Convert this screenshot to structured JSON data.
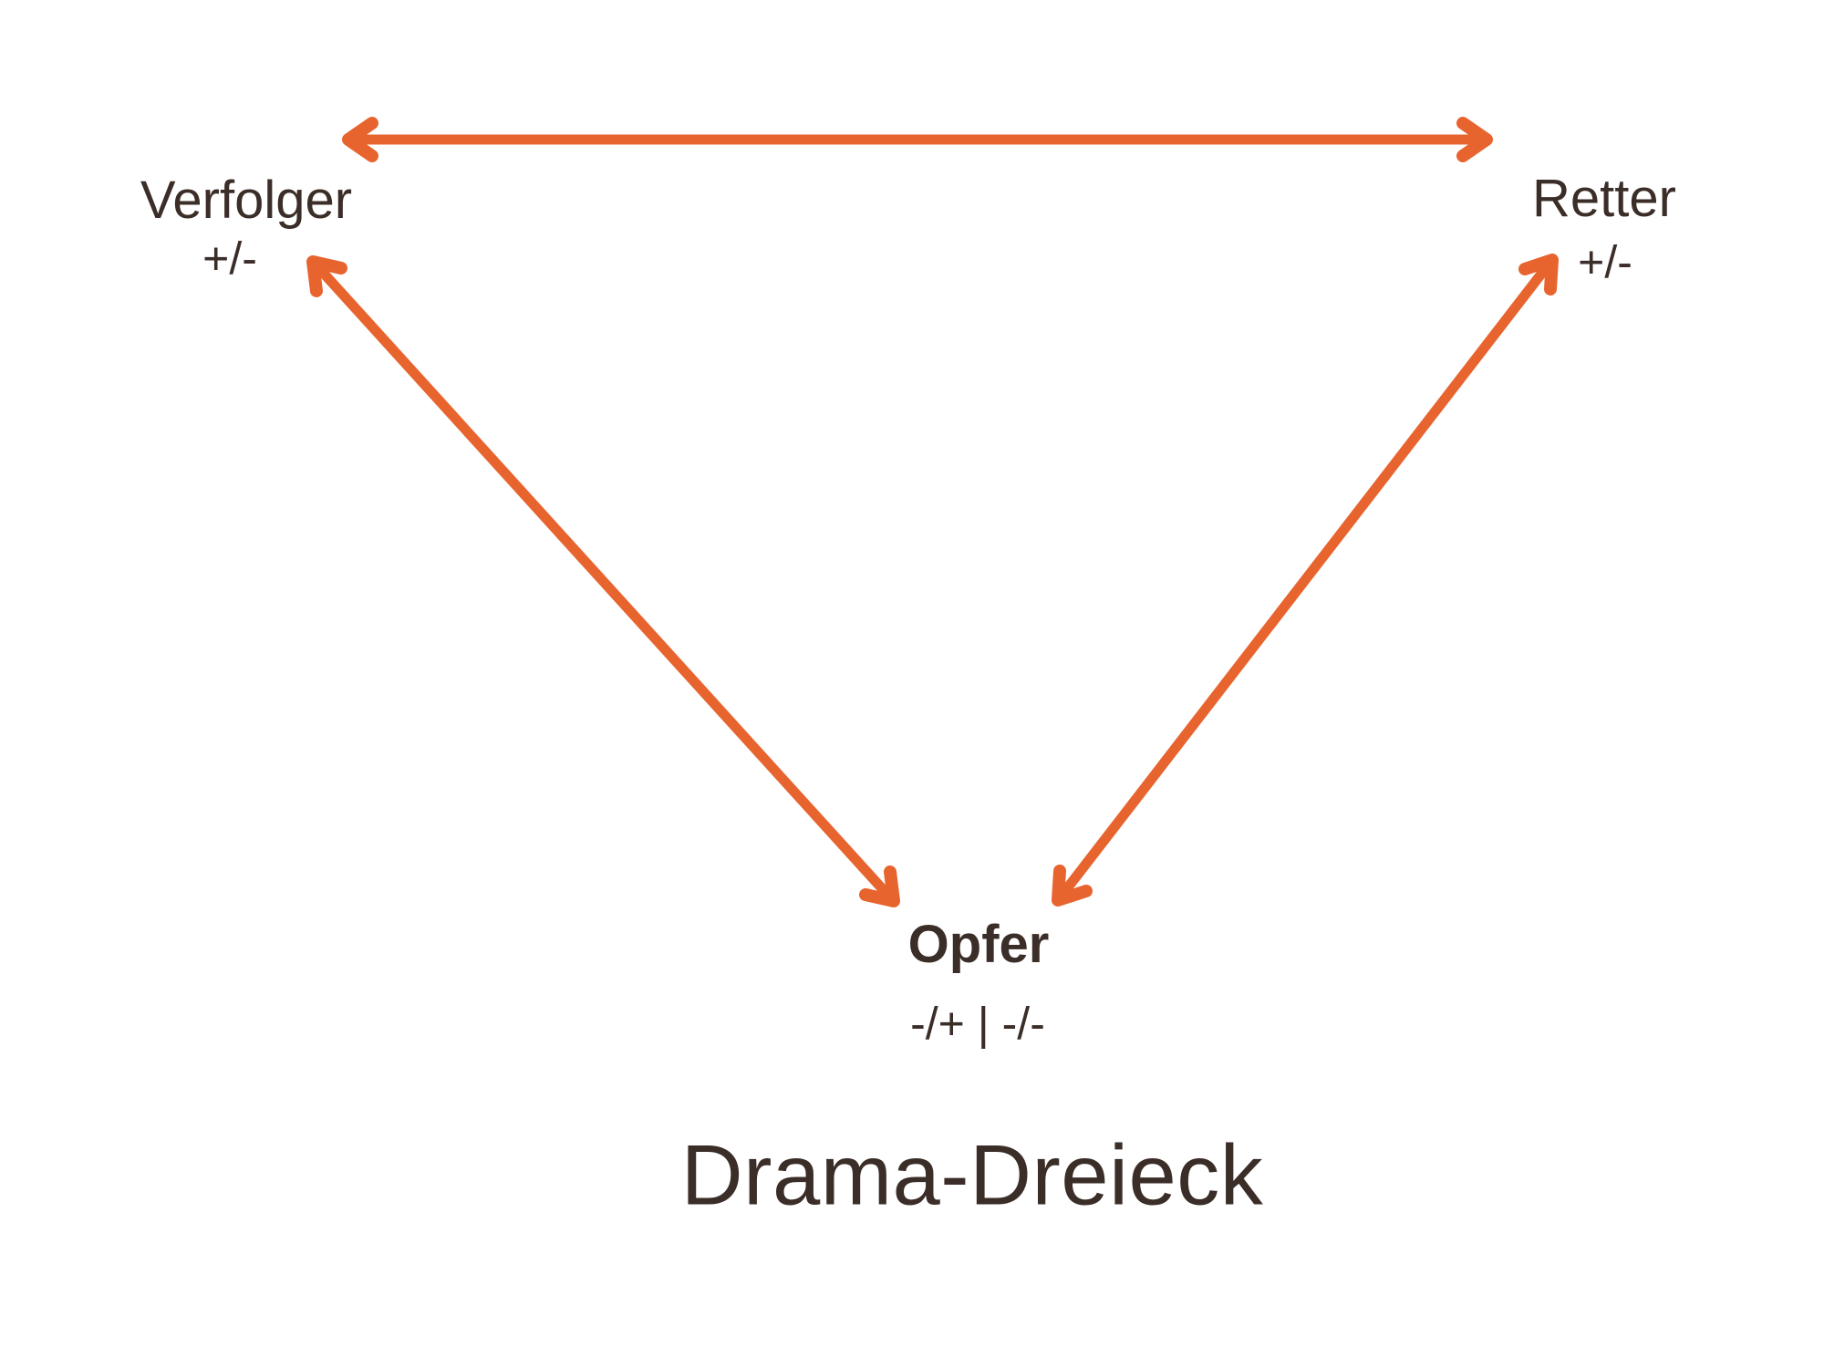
{
  "colors": {
    "arrow": "#E8642F",
    "text": "#3B2D27",
    "background": "#FFFFFF"
  },
  "diagram": {
    "title": "Drama-Dreieck",
    "nodes": {
      "verfolger": {
        "label": "Verfolger",
        "value": "+/-"
      },
      "retter": {
        "label": "Retter",
        "value": "+/-"
      },
      "opfer": {
        "label": "Opfer",
        "value": "-/+ | -/-"
      }
    },
    "edges": [
      {
        "from": "Verfolger",
        "to": "Retter",
        "bidirectional": true
      },
      {
        "from": "Verfolger",
        "to": "Opfer",
        "bidirectional": true
      },
      {
        "from": "Retter",
        "to": "Opfer",
        "bidirectional": true
      }
    ]
  }
}
